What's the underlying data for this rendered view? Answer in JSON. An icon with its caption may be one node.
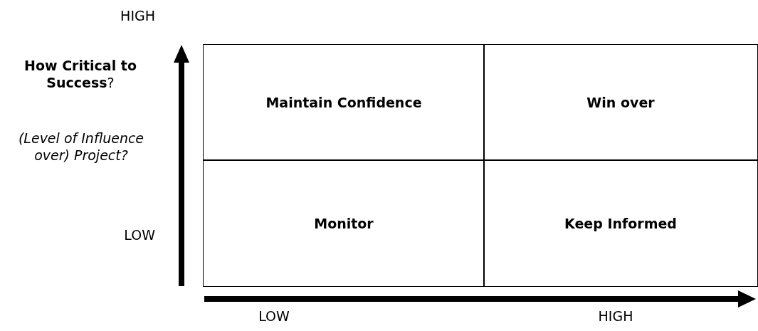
{
  "diagram": {
    "nodes": [
      {
        "text": [
          "Maintain Confidence"
        ]
      },
      {
        "text": [
          "Win over"
        ]
      },
      {
        "text": [
          "Monitor"
        ]
      },
      {
        "text": [
          "Keep Informed"
        ]
      }
    ],
    "labels": [
      "HIGH",
      "**How Critical to Success**?",
      "(Level of Influence over) Project?",
      "LOW",
      "LOW",
      "HIGH"
    ]
  }
}
